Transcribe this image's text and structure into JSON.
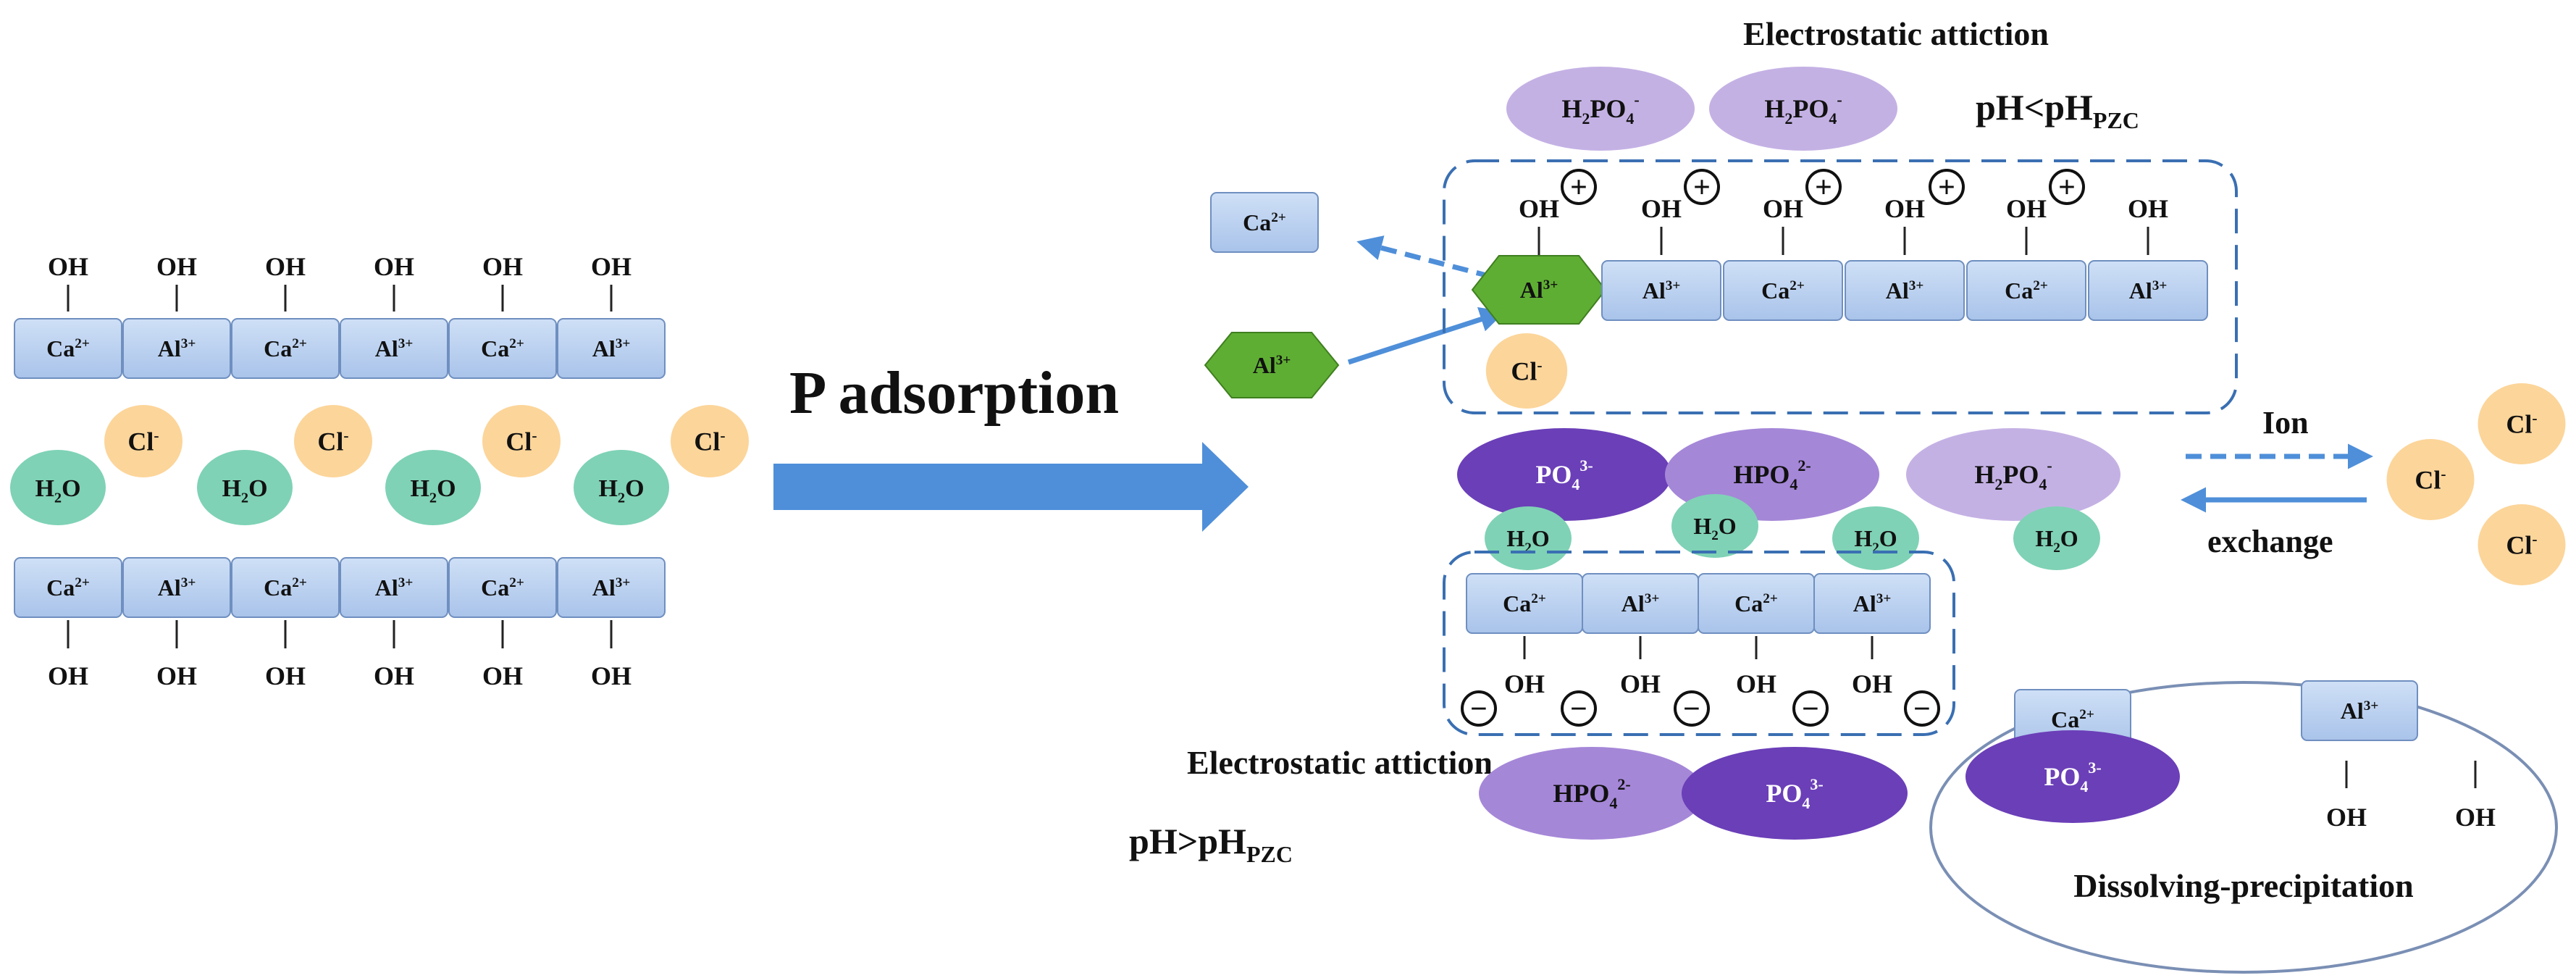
{
  "labels": {
    "oh": "OH",
    "ca": "Ca",
    "al": "Al",
    "ca_charge": "2+",
    "al_charge": "3+",
    "cl": "Cl",
    "cl_charge": "-",
    "h": "H",
    "o": "O",
    "two": "2",
    "p": "P",
    "o4": "O",
    "four": "4",
    "h2po4_charge": "-",
    "hpo4_charge": "2-",
    "po4_charge": "3-",
    "plus": "+",
    "minus": "−"
  },
  "text": {
    "p_adsorption": "P adsorption",
    "electrostatic_top": "Electrostatic attiction",
    "ph_lt": "pH<pH",
    "pzc": "PZC",
    "electrostatic_bottom": "Electrostatic attiction",
    "ph_gt": "pH>pH",
    "ion": "Ion",
    "exchange": "exchange",
    "dissolving": "Dissolving-precipitation"
  },
  "colors": {
    "cell_fill": "#b9d0ef",
    "cell_stroke": "#6f8fc0",
    "cl_fill": "#fcd59a",
    "h2o_fill": "#7fd2b5",
    "hex_fill": "#5fae34",
    "arrow_blue": "#4f8fd9",
    "h2po4_fill": "#c4b1e4",
    "hpo4_fill": "#a587d8",
    "po4_fill": "#6b3fb8"
  }
}
